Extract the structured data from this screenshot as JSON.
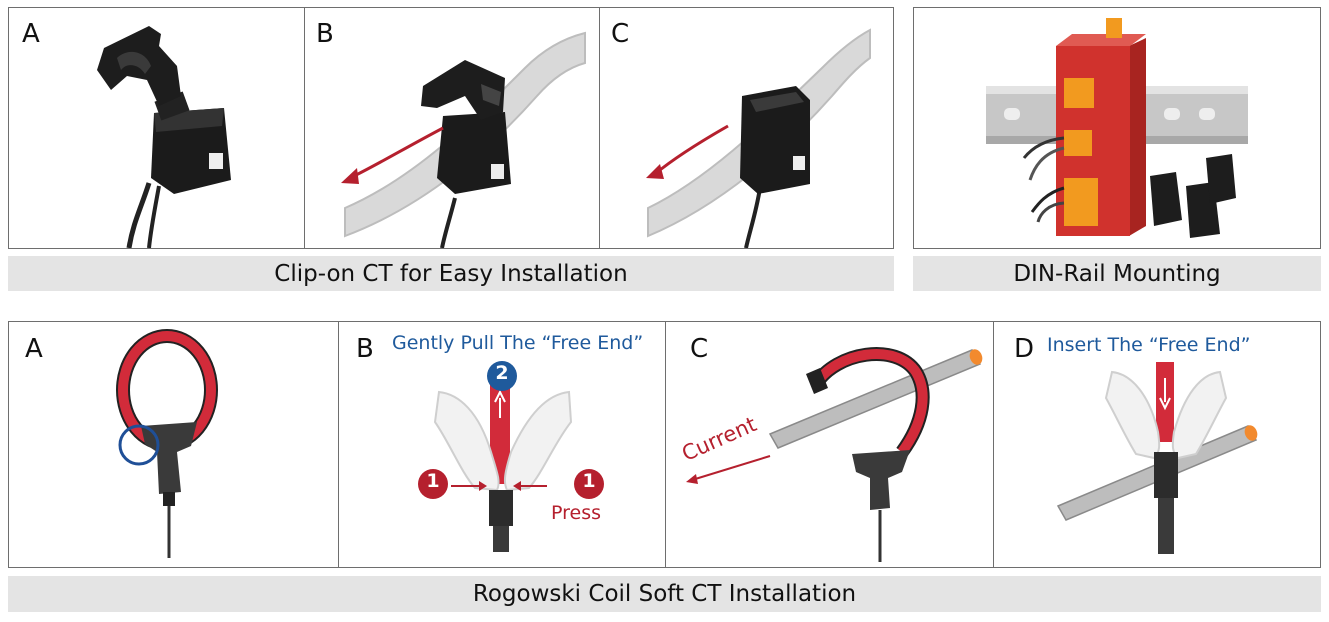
{
  "top_left": {
    "panels": [
      {
        "letter": "A"
      },
      {
        "letter": "B"
      },
      {
        "letter": "C"
      }
    ],
    "caption": "Clip-on CT for Easy Installation"
  },
  "top_right": {
    "caption": "DIN-Rail Mounting"
  },
  "bottom": {
    "panels": [
      {
        "letter": "A"
      },
      {
        "letter": "B",
        "note": "Gently Pull The “Free End”",
        "step_top": "2",
        "step_left": "1",
        "step_right": "1",
        "press": "Press"
      },
      {
        "letter": "C",
        "current": "Current"
      },
      {
        "letter": "D",
        "note": "Insert The “Free End”"
      }
    ],
    "caption": "Rogowski Coil Soft CT Installation"
  },
  "colors": {
    "border": "#6e6e6e",
    "caption_bg": "#e4e4e4",
    "accent_red": "#b5202e",
    "accent_blue": "#1f5a9c",
    "device_red": "#d0322d",
    "terminal_orange": "#f29a1f"
  }
}
